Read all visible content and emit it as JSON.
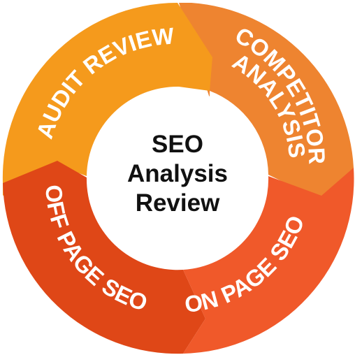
{
  "center": {
    "lines": [
      "SEO",
      "Analysis",
      "Review"
    ]
  },
  "segments": [
    {
      "id": "audit",
      "label": "AUDIT REVIEW",
      "color": "#F59A1C"
    },
    {
      "id": "competitor",
      "label_lines": [
        "COMPETITOR",
        "ANALYSIS"
      ],
      "color": "#EE8430"
    },
    {
      "id": "onpage",
      "label": "ON PAGE SEO",
      "color": "#F0592A"
    },
    {
      "id": "offpage",
      "label": "OFF PAGE SEO",
      "color": "#DF4717"
    }
  ],
  "colors": {
    "center_fill": "#ffffff",
    "center_text": "#111111",
    "label_text": "#ffffff"
  }
}
